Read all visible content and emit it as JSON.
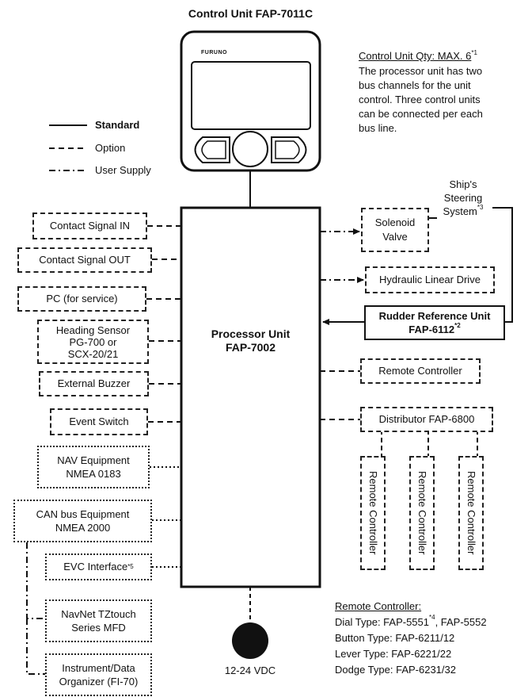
{
  "title": "Control Unit FAP-7011C",
  "brand": "FURUNO",
  "legend": {
    "standard": "Standard",
    "option": "Option",
    "user_supply": "User Supply"
  },
  "note_qty": {
    "heading": "Control Unit Qty: MAX. 6",
    "heading_sup": "*1",
    "lines": [
      "The processor unit has two",
      "bus channels for the unit",
      "control. Three control units",
      "can be connected per each",
      "bus line."
    ]
  },
  "steering": {
    "lines": [
      "Ship's",
      "Steering",
      "System"
    ],
    "sup": "*3"
  },
  "processor": {
    "line1": "Processor Unit",
    "line2": "FAP-7002"
  },
  "left_boxes": {
    "contact_in": "Contact Signal IN",
    "contact_out": "Contact Signal OUT",
    "pc": "PC (for service)",
    "heading_sensor": [
      "Heading Sensor",
      "PG-700 or",
      "SCX-20/21"
    ],
    "buzzer": "External Buzzer",
    "event": "Event Switch",
    "nav": [
      "NAV Equipment",
      "NMEA 0183"
    ],
    "can": [
      "CAN bus Equipment",
      "NMEA 2000"
    ],
    "evc": "EVC Interface",
    "evc_sup": "*5",
    "navnet": [
      "NavNet TZtouch",
      "Series MFD"
    ],
    "instrument": [
      "Instrument/Data",
      "Organizer (FI-70)"
    ]
  },
  "right_boxes": {
    "solenoid": [
      "Solenoid",
      "Valve"
    ],
    "hydraulic": "Hydraulic Linear Drive",
    "rudder": {
      "line1": "Rudder Reference Unit",
      "line2": "FAP-6112",
      "sup": "*2"
    },
    "remote": "Remote Controller",
    "distributor": "Distributor FAP-6800",
    "remote_vertical": [
      "Remote Controller",
      "Remote Controller",
      "Remote Controller"
    ]
  },
  "power": "12-24 VDC",
  "remote_note": {
    "heading": "Remote Controller:",
    "dial_a": "Dial Type: FAP-5551",
    "dial_sup": "*4",
    "dial_b": ", FAP-5552",
    "lines": [
      "Button Type: FAP-6211/12",
      "Lever Type: FAP-6221/22",
      "Dodge Type: FAP-6231/32"
    ]
  }
}
